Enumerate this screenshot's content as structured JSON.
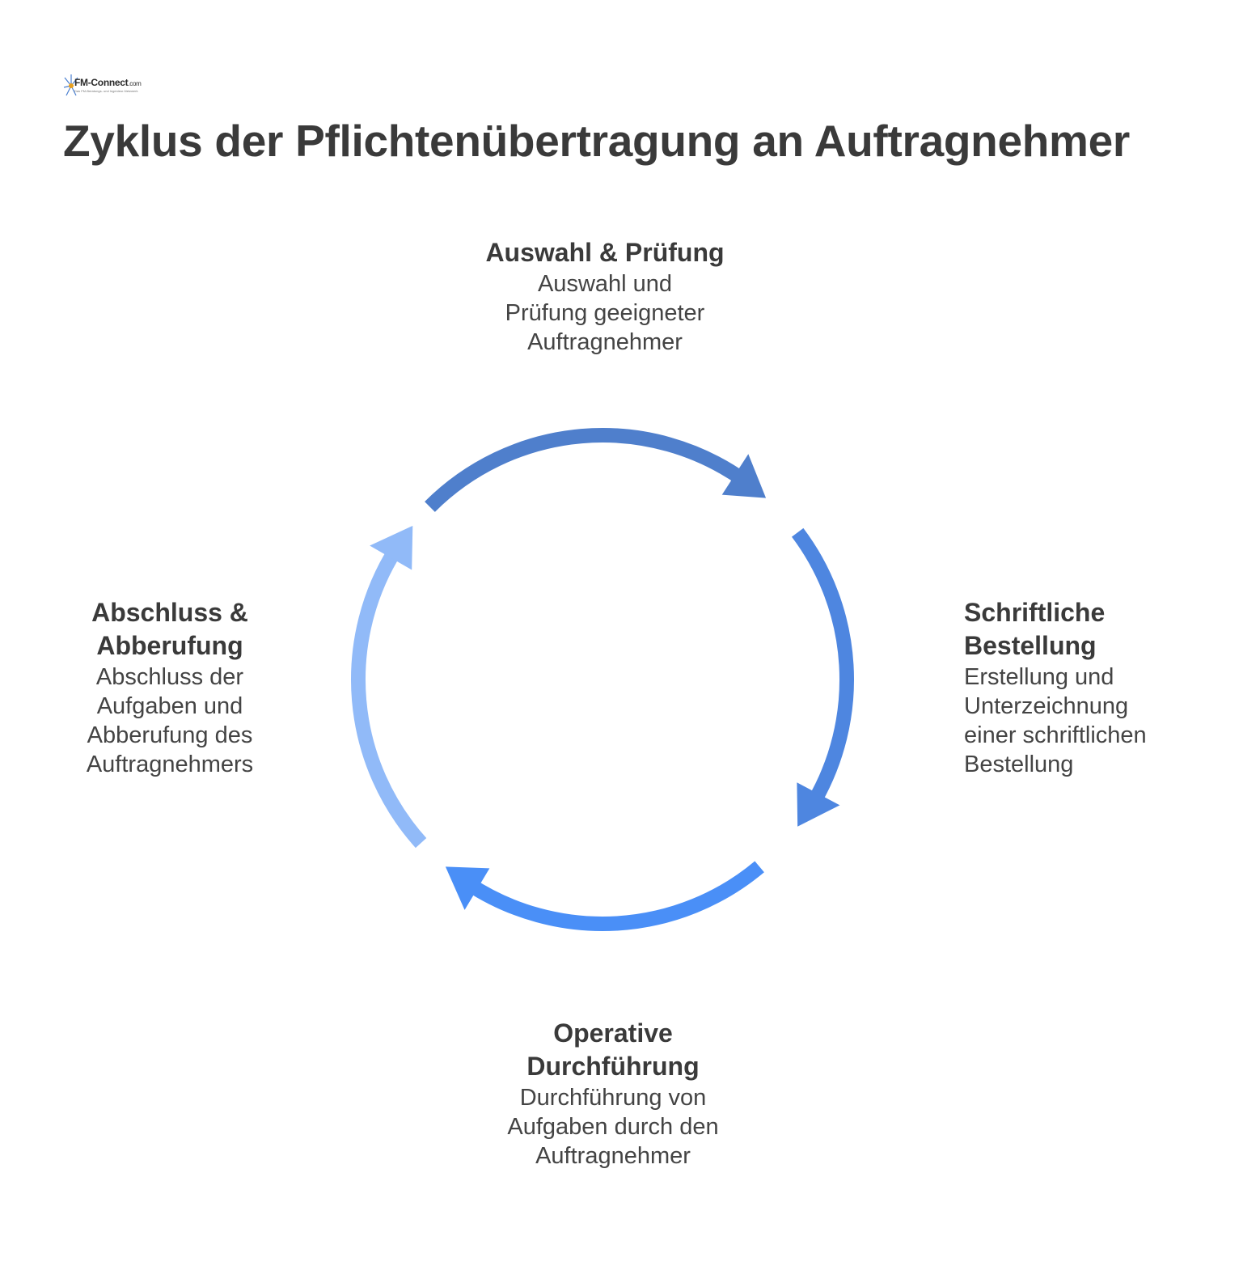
{
  "logo": {
    "name": "FM-Connect",
    "suffix": ".com",
    "tagline": "Das FM-Beratungs- und Ingenieur-Netzwerk"
  },
  "title": "Zyklus der Pflichtenübertragung an Auftragnehmer",
  "steps": [
    {
      "title_lines": [
        "Auswahl & Prüfung"
      ],
      "desc_lines": [
        "Auswahl und",
        "Prüfung geeigneter",
        "Auftragnehmer"
      ]
    },
    {
      "title_lines": [
        "Schriftliche",
        "Bestellung"
      ],
      "desc_lines": [
        "Erstellung und",
        "Unterzeichnung",
        "einer schriftlichen",
        "Bestellung"
      ]
    },
    {
      "title_lines": [
        "Operative",
        "Durchführung"
      ],
      "desc_lines": [
        "Durchführung von",
        "Aufgaben durch den",
        "Auftragnehmer"
      ]
    },
    {
      "title_lines": [
        "Abschluss &",
        "Abberufung"
      ],
      "desc_lines": [
        "Abschluss der",
        "Aufgaben und",
        "Abberufung des",
        "Auftragnehmers"
      ]
    }
  ],
  "colors": {
    "arrow_top": "#4f7fcc",
    "arrow_right": "#4e86e0",
    "arrow_bottom": "#4a8ff7",
    "arrow_left": "#91baf8",
    "text": "#3a3a3a"
  }
}
